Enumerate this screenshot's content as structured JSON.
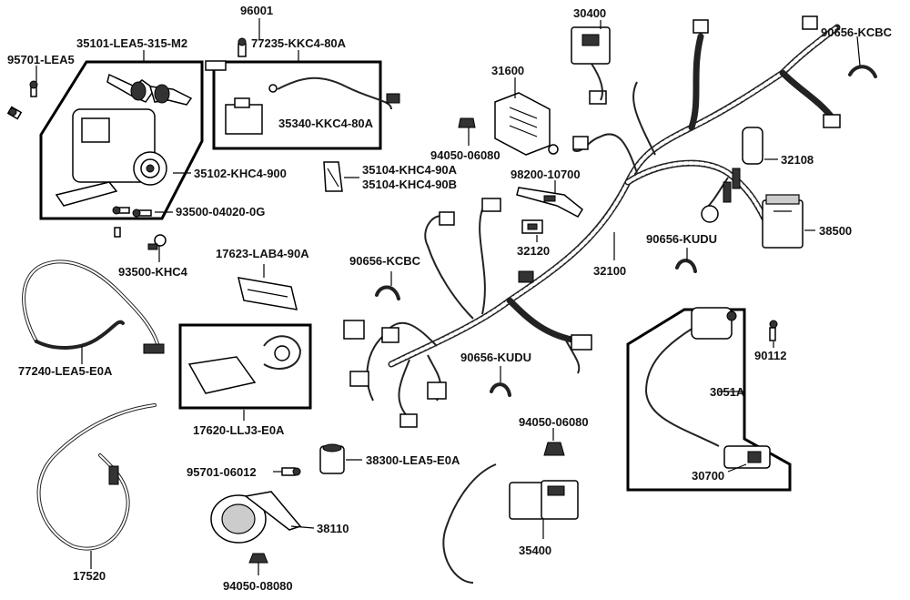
{
  "labels": {
    "p96001": "96001",
    "p30400": "30400",
    "p90656_kcbc_tr": "90656-KCBC",
    "p35101": "35101-LEA5-315-M2",
    "p95701_lea5": "95701-LEA5",
    "p77235": "77235-KKC4-80A",
    "p31600": "31600",
    "p35340": "35340-KKC4-80A",
    "p94050_06080_a": "94050-06080",
    "p32108": "32108",
    "p35102": "35102-KHC4-900",
    "p35104_a": "35104-KHC4-90A",
    "p35104_b": "35104-KHC4-90B",
    "p98200": "98200-10700",
    "p93500_0g": "93500-04020-0G",
    "p38500": "38500",
    "p90656_kudu_r": "90656-KUDU",
    "p32120": "32120",
    "p17623": "17623-LAB4-90A",
    "p90656_kcbc_m": "90656-KCBC",
    "p32100": "32100",
    "p93500_khc4": "93500-KHC4",
    "p90112": "90112",
    "p77240": "77240-LEA5-E0A",
    "p90656_kudu_m": "90656-KUDU",
    "p3051a": "3051A",
    "p17620": "17620-LLJ3-E0A",
    "p94050_06080_b": "94050-06080",
    "p38300": "38300-LEA5-E0A",
    "p30700": "30700",
    "p95701_06012": "95701-06012",
    "p38110": "38110",
    "p35400": "35400",
    "p17520": "17520",
    "p94050_08080": "94050-08080"
  }
}
